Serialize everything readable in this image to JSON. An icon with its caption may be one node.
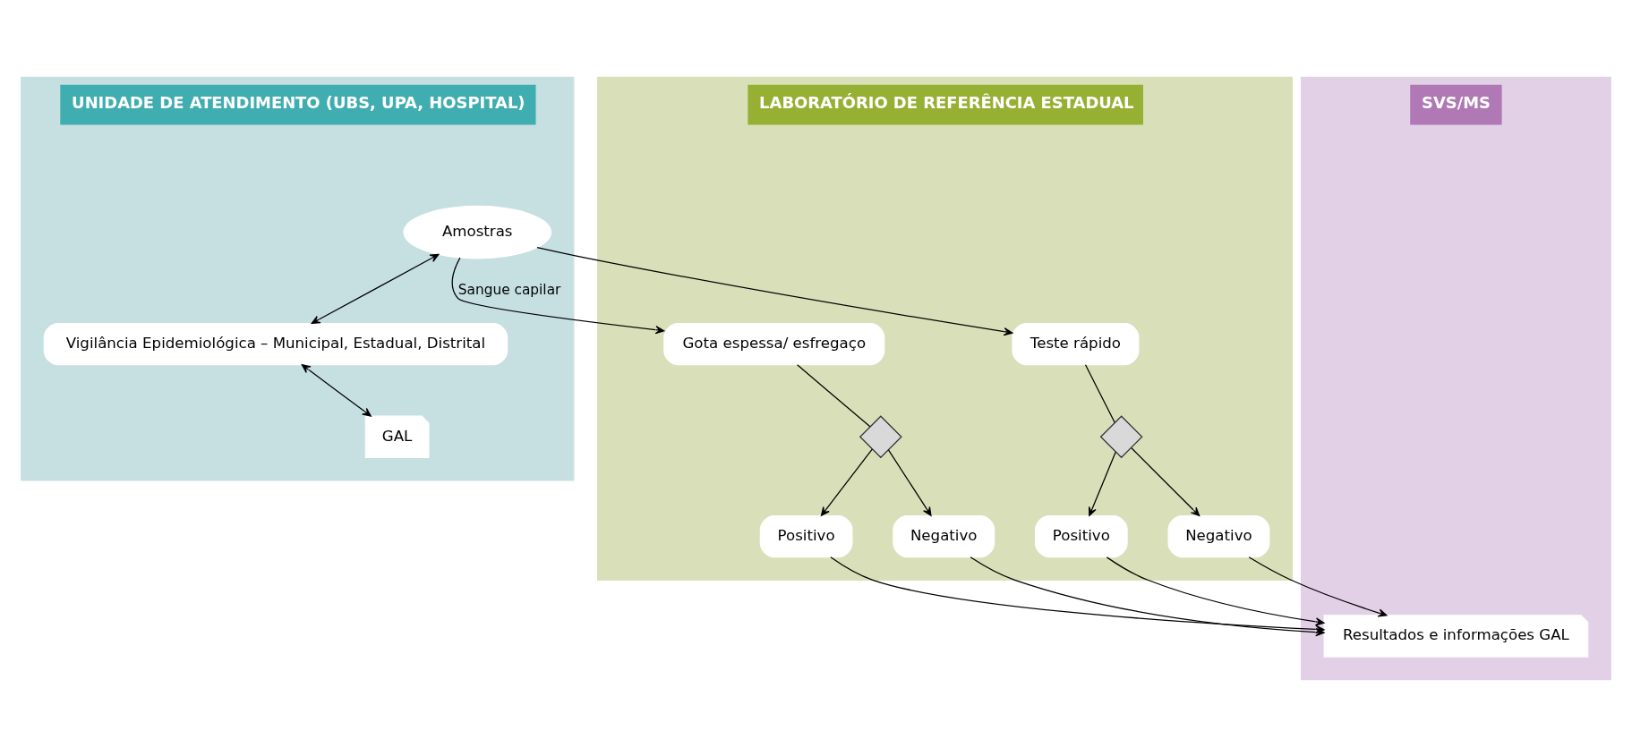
{
  "diagram": {
    "nodes": [
      {
        "text": [
          "UNIDADE DE ATENDIMENTO (UBS, UPA, HOSPITAL)"
        ]
      },
      {
        "text": [
          "LABORATÓRIO DE REFERÊNCIA ESTADUAL"
        ]
      },
      {
        "text": [
          "SVS/MS"
        ]
      },
      {
        "text": [
          "Amostras"
        ],
        "in": 0
      },
      {
        "text": [
          "Vigilância Epidemiológica – Municipal, Estadual, Distrital"
        ],
        "in": 0
      },
      {
        "text": [
          "GAL"
        ],
        "in": 0
      },
      {
        "text": [
          "Gota espessa/ esfregaço"
        ],
        "in": 1
      },
      {
        "text": [
          "Teste rápido"
        ],
        "in": 1
      },
      {
        "text": [],
        "shape": "diamond",
        "in": 1
      },
      {
        "text": [],
        "shape": "diamond",
        "in": 1
      },
      {
        "text": [
          "Positivo"
        ],
        "in": 1
      },
      {
        "text": [
          "Negativo"
        ],
        "in": 1
      },
      {
        "text": [
          "Positivo"
        ],
        "in": 1
      },
      {
        "text": [
          "Negativo"
        ],
        "in": 1
      },
      {
        "text": [
          "Resultados e informações GAL"
        ],
        "in": 2
      }
    ],
    "edges": [
      {
        "from": 3,
        "to": 6,
        "arrow": "to",
        "label": "Sangue capilar"
      },
      {
        "from": 3,
        "to": 7,
        "arrow": "to"
      },
      {
        "from": 3,
        "to": 4,
        "arrow": "both"
      },
      {
        "from": 4,
        "to": 5,
        "arrow": "both"
      },
      {
        "from": 6,
        "to": 8,
        "arrow": "none"
      },
      {
        "from": 7,
        "to": 9,
        "arrow": "none"
      },
      {
        "from": 8,
        "to": 10,
        "arrow": "to"
      },
      {
        "from": 8,
        "to": 11,
        "arrow": "to"
      },
      {
        "from": 9,
        "to": 12,
        "arrow": "to"
      },
      {
        "from": 9,
        "to": 13,
        "arrow": "to"
      },
      {
        "from": 10,
        "to": 14,
        "arrow": "to"
      },
      {
        "from": 11,
        "to": 14,
        "arrow": "to"
      },
      {
        "from": 12,
        "to": 14,
        "arrow": "to"
      },
      {
        "from": 13,
        "to": 14,
        "arrow": "to"
      }
    ]
  }
}
